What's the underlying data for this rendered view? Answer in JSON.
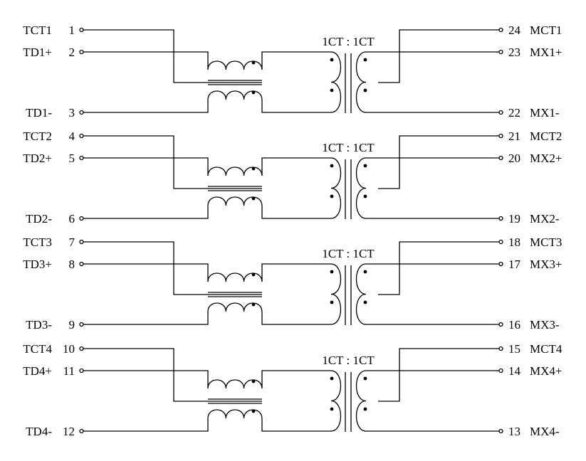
{
  "channels": [
    {
      "ratio": "1CT : 1CT",
      "left_pins": [
        {
          "name": "TCT1",
          "num": "1"
        },
        {
          "name": "TD1+",
          "num": "2"
        },
        {
          "name": "TD1-",
          "num": "3"
        }
      ],
      "right_pins": [
        {
          "num": "24",
          "name": "MCT1"
        },
        {
          "num": "23",
          "name": "MX1+"
        },
        {
          "num": "22",
          "name": "MX1-"
        }
      ]
    },
    {
      "ratio": "1CT : 1CT",
      "left_pins": [
        {
          "name": "TCT2",
          "num": "4"
        },
        {
          "name": "TD2+",
          "num": "5"
        },
        {
          "name": "TD2-",
          "num": "6"
        }
      ],
      "right_pins": [
        {
          "num": "21",
          "name": "MCT2"
        },
        {
          "num": "20",
          "name": "MX2+"
        },
        {
          "num": "19",
          "name": "MX2-"
        }
      ]
    },
    {
      "ratio": "1CT : 1CT",
      "left_pins": [
        {
          "name": "TCT3",
          "num": "7"
        },
        {
          "name": "TD3+",
          "num": "8"
        },
        {
          "name": "TD3-",
          "num": "9"
        }
      ],
      "right_pins": [
        {
          "num": "18",
          "name": "MCT3"
        },
        {
          "num": "17",
          "name": "MX3+"
        },
        {
          "num": "16",
          "name": "MX3-"
        }
      ]
    },
    {
      "ratio": "1CT : 1CT",
      "left_pins": [
        {
          "name": "TCT4",
          "num": "10"
        },
        {
          "name": "TD4+",
          "num": "11"
        },
        {
          "name": "TD4-",
          "num": "12"
        }
      ],
      "right_pins": [
        {
          "num": "15",
          "name": "MCT4"
        },
        {
          "num": "14",
          "name": "MX4+"
        },
        {
          "num": "13",
          "name": "MX4-"
        }
      ]
    }
  ]
}
